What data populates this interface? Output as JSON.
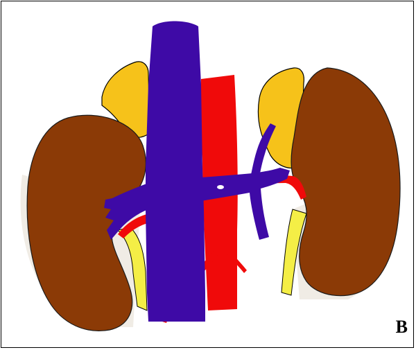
{
  "panel_label": "B",
  "colors": {
    "kidney": "#8B3A06",
    "adrenal": "#F6C21A",
    "vein": "#3E0AA6",
    "artery": "#F00A0A",
    "ureter": "#F4EE46",
    "shadow": "#D9D3C9",
    "outline": "#000000"
  },
  "structures": [
    {
      "name": "right-kidney"
    },
    {
      "name": "left-kidney"
    },
    {
      "name": "right-adrenal-gland"
    },
    {
      "name": "left-adrenal-gland"
    },
    {
      "name": "inferior-vena-cava"
    },
    {
      "name": "abdominal-aorta"
    },
    {
      "name": "left-renal-vein"
    },
    {
      "name": "renal-arteries"
    },
    {
      "name": "ureters"
    }
  ]
}
